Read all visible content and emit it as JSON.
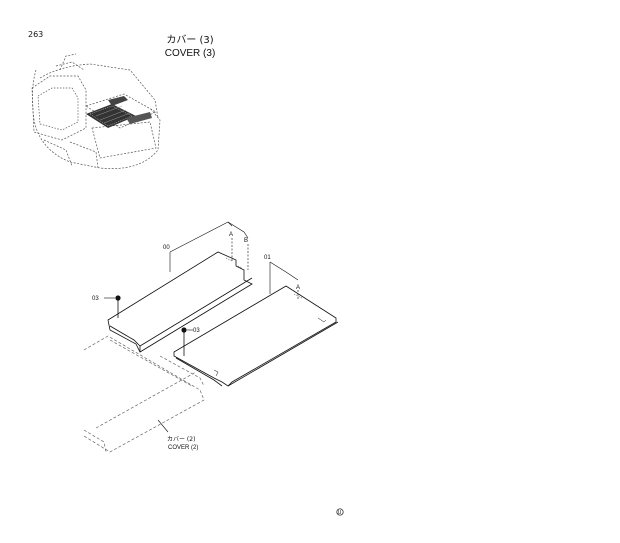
{
  "page": {
    "number": "263",
    "title_jp": "カバー (3)",
    "title_en": "COVER (3)"
  },
  "callouts": {
    "part_00": "00",
    "part_01": "01",
    "part_03_left": "03",
    "part_03_right": "03",
    "ref_a_left": "A",
    "ref_b": "B",
    "ref_a_right": "A"
  },
  "reference": {
    "label_jp": "カバー (2)",
    "label_en": "COVER (2)"
  },
  "footer_mark": "U"
}
